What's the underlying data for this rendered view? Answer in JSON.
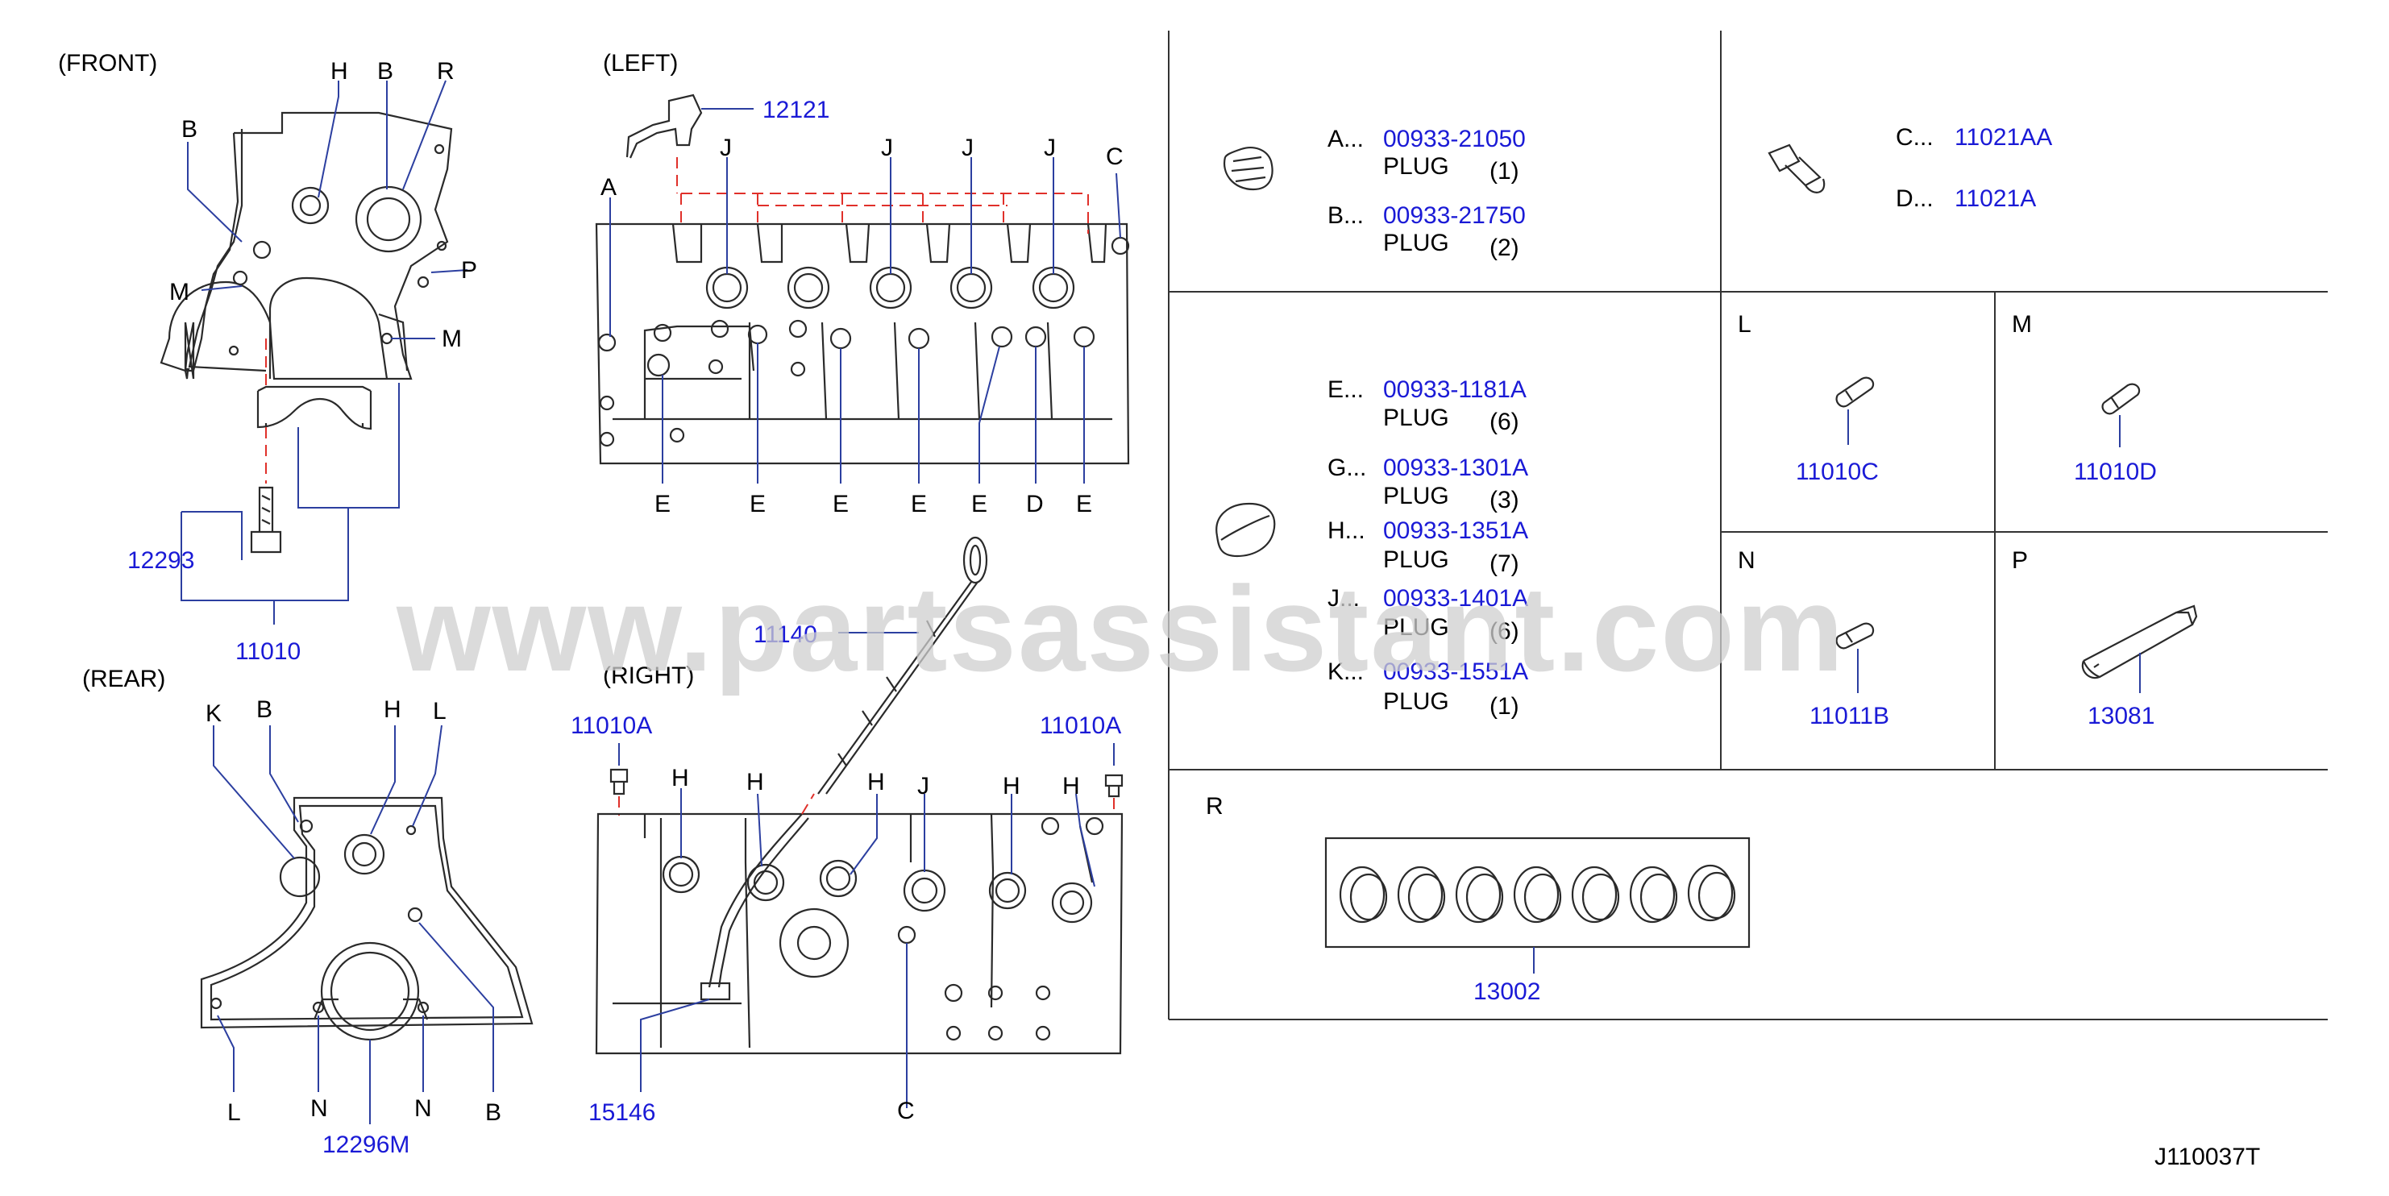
{
  "watermark": "www.partsassistant.com",
  "diagram_code": "J110037T",
  "views": {
    "front": "(FRONT)",
    "rear": "(REAR)",
    "left": "(LEFT)",
    "right": "(RIGHT)"
  },
  "letters": {
    "A": "A",
    "B": "B",
    "C": "C",
    "D": "D",
    "E": "E",
    "H": "H",
    "J": "J",
    "K": "K",
    "L": "L",
    "M": "M",
    "N": "N",
    "P": "P",
    "R": "R"
  },
  "part_numbers": {
    "p12293": "12293",
    "p11010": "11010",
    "p12121": "12121",
    "p11140": "11140",
    "p11010A_left": "11010A",
    "p11010A_right": "11010A",
    "p15146": "15146",
    "p12296M": "12296M"
  },
  "legend": {
    "plugs_ab": [
      {
        "prefix": "A...",
        "part": "00933-21050",
        "name": "PLUG",
        "qty": "(1)"
      },
      {
        "prefix": "B...",
        "part": "00933-21750",
        "name": "PLUG",
        "qty": "(2)"
      }
    ],
    "plugs_cd": [
      {
        "prefix": "C...",
        "part": "11021AA"
      },
      {
        "prefix": "D...",
        "part": "11021A"
      }
    ],
    "plugs_ek": [
      {
        "prefix": "E...",
        "part": "00933-1181A",
        "name": "PLUG",
        "qty": "(6)"
      },
      {
        "prefix": "G...",
        "part": "00933-1301A",
        "name": "PLUG",
        "qty": "(3)"
      },
      {
        "prefix": "H...",
        "part": "00933-1351A",
        "name": "PLUG",
        "qty": "(7)"
      },
      {
        "prefix": "J...",
        "part": "00933-1401A",
        "name": "PLUG",
        "qty": "(6)"
      },
      {
        "prefix": "K...",
        "part": "00933-1551A",
        "name": "PLUG",
        "qty": "(1)"
      }
    ],
    "cells": {
      "L": {
        "letter": "L",
        "part": "11010C"
      },
      "M": {
        "letter": "M",
        "part": "11010D"
      },
      "N": {
        "letter": "N",
        "part": "11011B"
      },
      "P": {
        "letter": "P",
        "part": "13081"
      },
      "R": {
        "letter": "R",
        "part": "13002"
      }
    }
  }
}
